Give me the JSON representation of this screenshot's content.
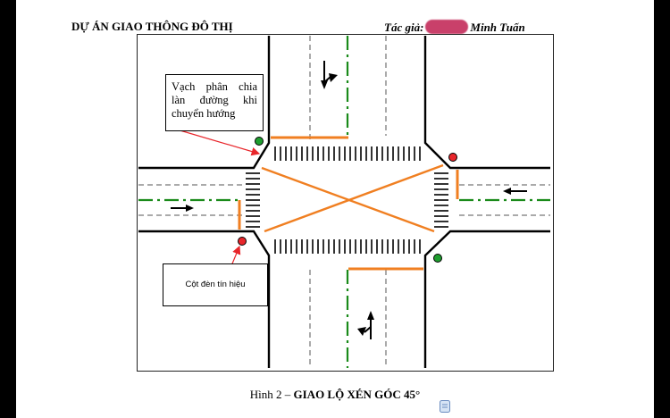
{
  "header": {
    "project_title": "DỰ ÁN GIAO THÔNG ĐÔ THỊ",
    "author_label": "Tác giả:",
    "author_name": "Minh Tuấn"
  },
  "diagram": {
    "callout_lane_divider": "Vạch phân chia làn đường khi chuyển hướng",
    "callout_signal_pole": "Cột đèn tín hiệu",
    "colors": {
      "road_edge": "#000000",
      "turn_guide": "#f07f21",
      "center_line": "#1a8a1a",
      "signal_red": "#e8262b",
      "signal_green": "#1f9e2f"
    }
  },
  "caption": {
    "prefix": "Hình 2 – ",
    "title": "GIAO LỘ XÉN GÓC 45°"
  }
}
